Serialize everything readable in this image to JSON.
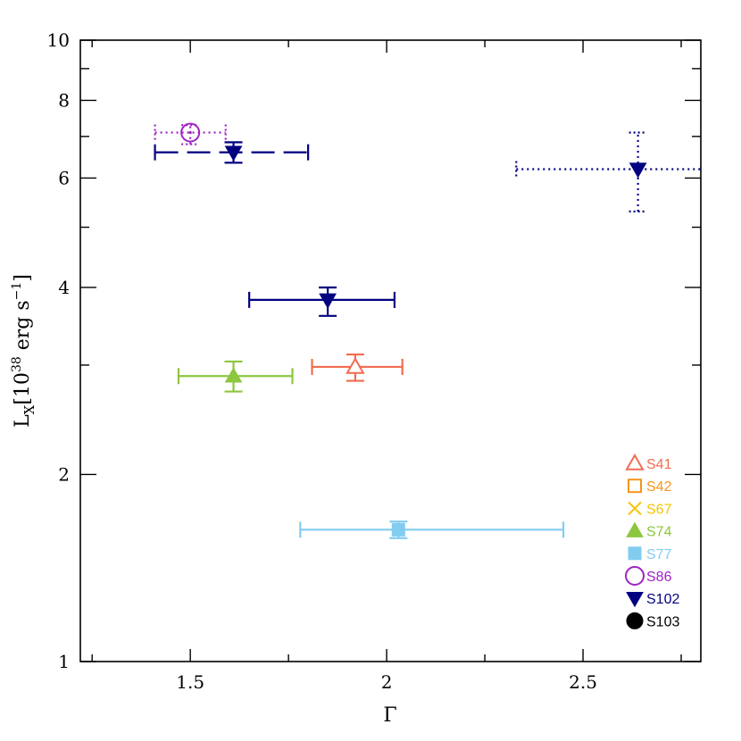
{
  "chart_data": {
    "type": "scatter",
    "xlabel": "Γ",
    "ylabel_main": "L",
    "ylabel_sub": "X",
    "ylabel_rest": "[10",
    "ylabel_exp1": "38",
    "ylabel_unit": " erg s",
    "ylabel_exp2": "−1",
    "ylabel_close": "]",
    "xlim": [
      1.22,
      2.8
    ],
    "ylim": [
      1,
      10
    ],
    "y_scale": "log",
    "x_ticks": [
      1.5,
      2,
      2.5
    ],
    "x_tick_labels": [
      "1.5",
      "2",
      "2.5"
    ],
    "y_ticks": [
      1,
      2,
      4,
      6,
      8,
      10
    ],
    "y_tick_labels": [
      "1",
      "2",
      "4",
      "6",
      "8",
      "10"
    ],
    "legend_position": "bottom-right",
    "legend": [
      {
        "name": "S41",
        "marker": "triangle-open",
        "color": "#f26c4f"
      },
      {
        "name": "S42",
        "marker": "square-open",
        "color": "#f7941d"
      },
      {
        "name": "S67",
        "marker": "cross",
        "color": "#f5c400"
      },
      {
        "name": "S74",
        "marker": "triangle-filled",
        "color": "#8dc63f"
      },
      {
        "name": "S77",
        "marker": "square-filled",
        "color": "#82ccf0"
      },
      {
        "name": "S86",
        "marker": "circle-open",
        "color": "#9e24c4"
      },
      {
        "name": "S102",
        "marker": "triangle-down-filled",
        "color": "#000080"
      },
      {
        "name": "S103",
        "marker": "circle-filled",
        "color": "#000000"
      }
    ],
    "points": [
      {
        "series": "S86",
        "x": 1.5,
        "xerr": [
          1.41,
          1.59
        ],
        "y": 7.1,
        "yerr": [
          6.8,
          7.3
        ],
        "line": "dotted"
      },
      {
        "series": "S102",
        "x": 1.61,
        "xerr": [
          1.41,
          1.8
        ],
        "y": 6.6,
        "yerr": [
          6.35,
          6.85
        ],
        "line": "dashed"
      },
      {
        "series": "S102",
        "x": 2.64,
        "xerr": [
          2.33,
          2.8
        ],
        "y": 6.2,
        "yerr": [
          5.3,
          7.1
        ],
        "line": "dotted"
      },
      {
        "series": "S102",
        "x": 1.85,
        "xerr": [
          1.65,
          2.02
        ],
        "y": 3.82,
        "yerr": [
          3.6,
          4.0
        ],
        "line": "solid"
      },
      {
        "series": "S41",
        "x": 1.92,
        "xerr": [
          1.81,
          2.04
        ],
        "y": 2.98,
        "yerr": [
          2.83,
          3.12
        ],
        "line": "solid"
      },
      {
        "series": "S74",
        "x": 1.61,
        "xerr": [
          1.47,
          1.76
        ],
        "y": 2.88,
        "yerr": [
          2.72,
          3.04
        ],
        "line": "solid"
      },
      {
        "series": "S77",
        "x": 2.03,
        "xerr": [
          1.78,
          2.45
        ],
        "y": 1.63,
        "yerr": [
          1.58,
          1.68
        ],
        "line": "solid"
      }
    ]
  }
}
